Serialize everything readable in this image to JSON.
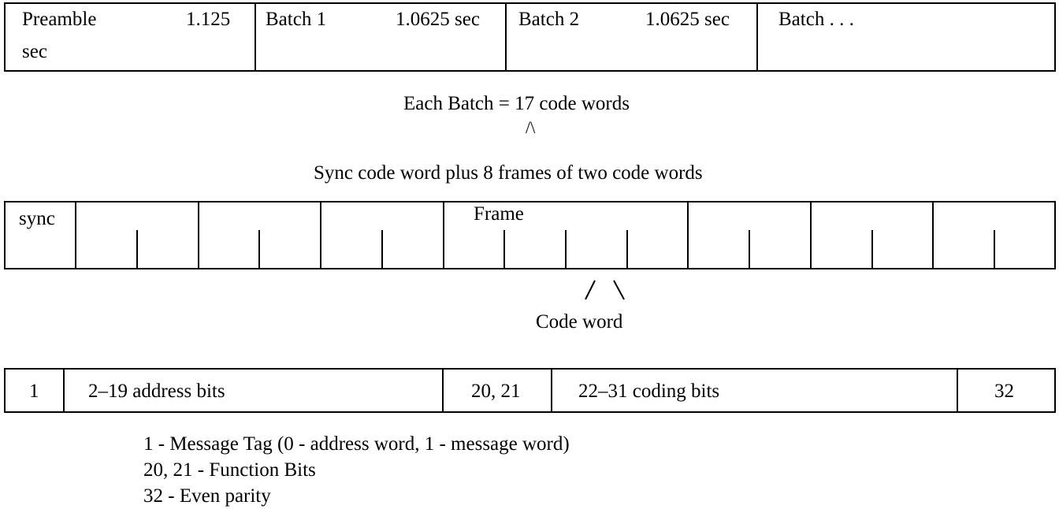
{
  "top_row": {
    "preamble_label": "Preamble",
    "preamble_duration_a": "1.125",
    "preamble_duration_b": "sec",
    "batch1_label": "Batch 1",
    "batch1_duration": "1.0625 sec",
    "batch2_label": "Batch 2",
    "batch2_duration": "1.0625 sec",
    "batch_more_label": "Batch . . ."
  },
  "batch_caption": "Each Batch = 17 code words",
  "caret_symbol": "/\\",
  "frames_caption": "Sync code word plus 8 frames of two code words",
  "frames_row": {
    "sync_label": "sync",
    "frame_label": "Frame"
  },
  "code_word_caption": "Code word",
  "code_word_row": {
    "bit1": "1",
    "address_bits": "2–19 address bits",
    "function_bits": "20, 21",
    "coding_bits": "22–31 coding bits",
    "parity_bit": "32"
  },
  "legend": [
    "1 - Message Tag (0 - address word, 1 - message word)",
    "20, 21 - Function Bits",
    "32 - Even parity"
  ]
}
